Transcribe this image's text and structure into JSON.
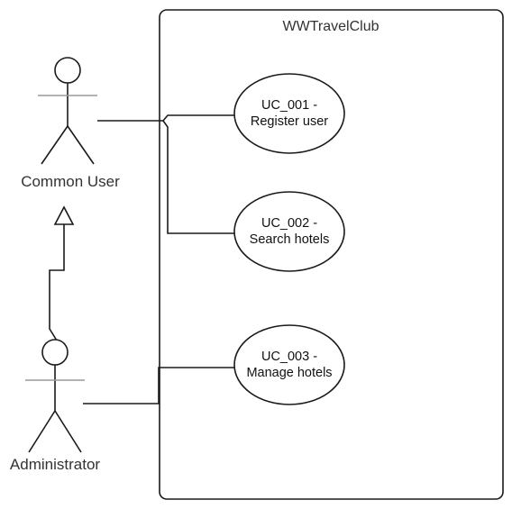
{
  "system": {
    "title": "WWTravelClub"
  },
  "actors": {
    "common_user": {
      "label": "Common User"
    },
    "administrator": {
      "label": "Administrator"
    }
  },
  "use_cases": [
    {
      "id_line": "UC_001 -",
      "name": "Register user"
    },
    {
      "id_line": "UC_002 -",
      "name": "Search hotels"
    },
    {
      "id_line": "UC_003 -",
      "name": "Manage hotels"
    }
  ]
}
